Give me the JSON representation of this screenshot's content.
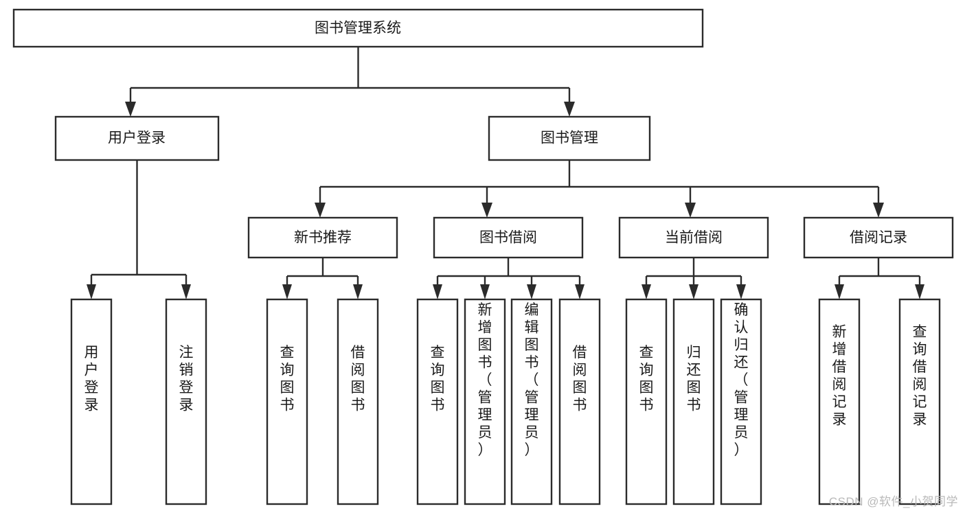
{
  "diagram": {
    "title": "图书管理系统",
    "type": "tree-hierarchy-chart",
    "watermark": "CSDN @软件_小贺同学",
    "colors": {
      "stroke": "#2b2b2b",
      "box_fill": "#ffffff",
      "text": "#1a1a1a",
      "background": "#ffffff",
      "watermark": "#b9b9b9"
    },
    "levels": {
      "root": {
        "label": "图书管理系统"
      },
      "level2": [
        {
          "label": "用户登录"
        },
        {
          "label": "图书管理"
        }
      ],
      "level3": [
        {
          "label": "新书推荐"
        },
        {
          "label": "图书借阅"
        },
        {
          "label": "当前借阅"
        },
        {
          "label": "借阅记录"
        }
      ],
      "leaves": {
        "user_login": [
          {
            "label": "用户登录"
          },
          {
            "label": "注销登录"
          }
        ],
        "new_book_recommend": [
          {
            "label": "查询图书"
          },
          {
            "label": "借阅图书"
          }
        ],
        "book_borrow": [
          {
            "label": "查询图书"
          },
          {
            "label": "新增图书（管理员）"
          },
          {
            "label": "编辑图书（管理员）"
          },
          {
            "label": "借阅图书"
          }
        ],
        "current_borrow": [
          {
            "label": "查询图书"
          },
          {
            "label": "归还图书"
          },
          {
            "label": "确认归还（管理员）"
          }
        ],
        "borrow_record": [
          {
            "label": "新增借阅记录"
          },
          {
            "label": "查询借阅记录"
          }
        ]
      }
    }
  }
}
